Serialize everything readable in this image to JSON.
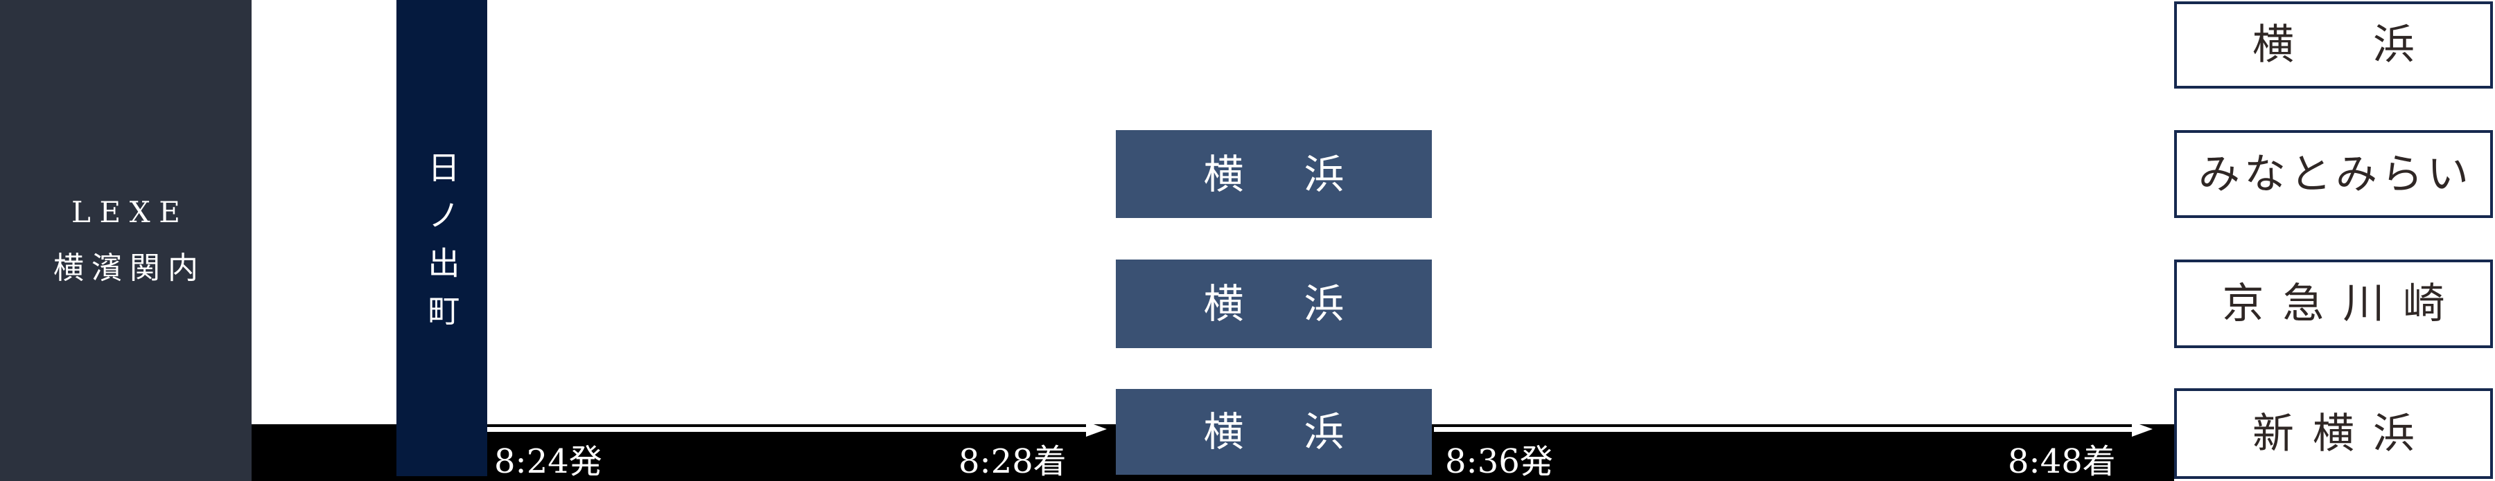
{
  "property": {
    "name_en": "LEXE",
    "name_jp": "横濱関内"
  },
  "origin_station": {
    "name": "日ノ出町"
  },
  "timeline": {
    "segments": [
      {
        "depart": "8:24発",
        "arrive": "8:28着"
      },
      {
        "depart": "8:36発",
        "arrive": "8:48着"
      }
    ]
  },
  "transfers": [
    {
      "label": "横　浜"
    },
    {
      "label": "横　浜"
    },
    {
      "label": "横　浜"
    }
  ],
  "destinations": [
    {
      "label": "横　浜"
    },
    {
      "label": "みなとみらい"
    },
    {
      "label": "京急川崎"
    },
    {
      "label": "新横浜"
    }
  ],
  "colors": {
    "background": "#ffffff",
    "panel_charcoal": "#2c323e",
    "station_navy": "#051a3e",
    "transfer_blue": "#3a5173",
    "timeline_black": "#000000",
    "box_border_navy": "#16294f",
    "box_text_dark": "#2f2725",
    "text_white": "#ffffff"
  }
}
